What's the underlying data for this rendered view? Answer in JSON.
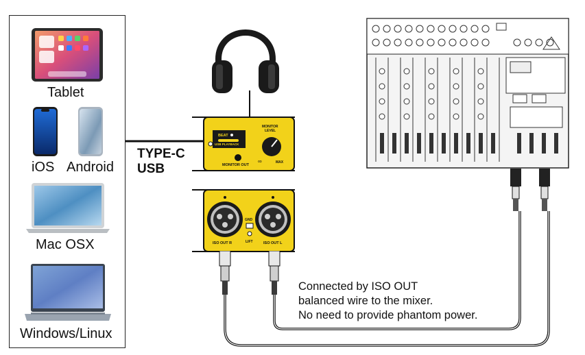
{
  "devices": {
    "tablet": "Tablet",
    "ios": "iOS",
    "android": "Android",
    "mac": "Mac OSX",
    "windows": "Windows/Linux"
  },
  "connection": {
    "line1": "TYPE-C",
    "line2": "USB"
  },
  "box_top": {
    "beat": "BEAT",
    "usb_playback": "USB PLAYBACK",
    "monitor_level_1": "MONITOR",
    "monitor_level_2": "LEVEL",
    "min_symbol": "∞",
    "max": "MAX",
    "monitor_out": "MONITOR OUT"
  },
  "box_bottom": {
    "iso_out_r": "ISO OUT R",
    "iso_out_l": "ISO OUT L",
    "gnd": "GND",
    "lift": "LIFT"
  },
  "note": {
    "line1": "Connected by ISO OUT",
    "line2": "balanced wire to the mixer.",
    "line3": "No need to provide phantom power."
  },
  "colors": {
    "box_yellow": "#f2d21a",
    "panel_border": "#222222"
  }
}
